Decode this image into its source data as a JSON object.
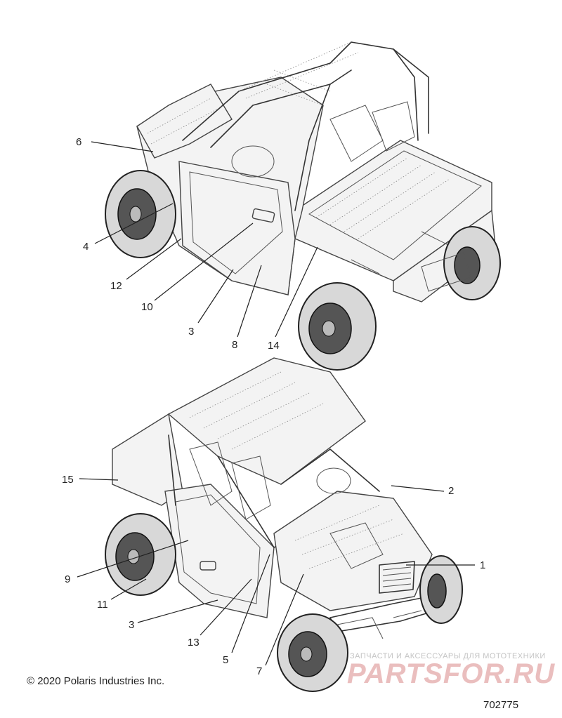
{
  "callouts": {
    "top": [
      "6",
      "4",
      "12",
      "10",
      "3",
      "8",
      "14"
    ],
    "bottom": [
      "15",
      "2",
      "1",
      "9",
      "11",
      "3",
      "13",
      "5",
      "7"
    ]
  },
  "footer": {
    "copyright": "© 2020 Polaris Industries Inc.",
    "part_number": "702775"
  },
  "watermark": {
    "tagline": "ЗАПЧАСТИ И АКСЕССУАРЫ ДЛЯ МОТОТЕХНИКИ",
    "brand": "PARTSFOR.RU"
  }
}
